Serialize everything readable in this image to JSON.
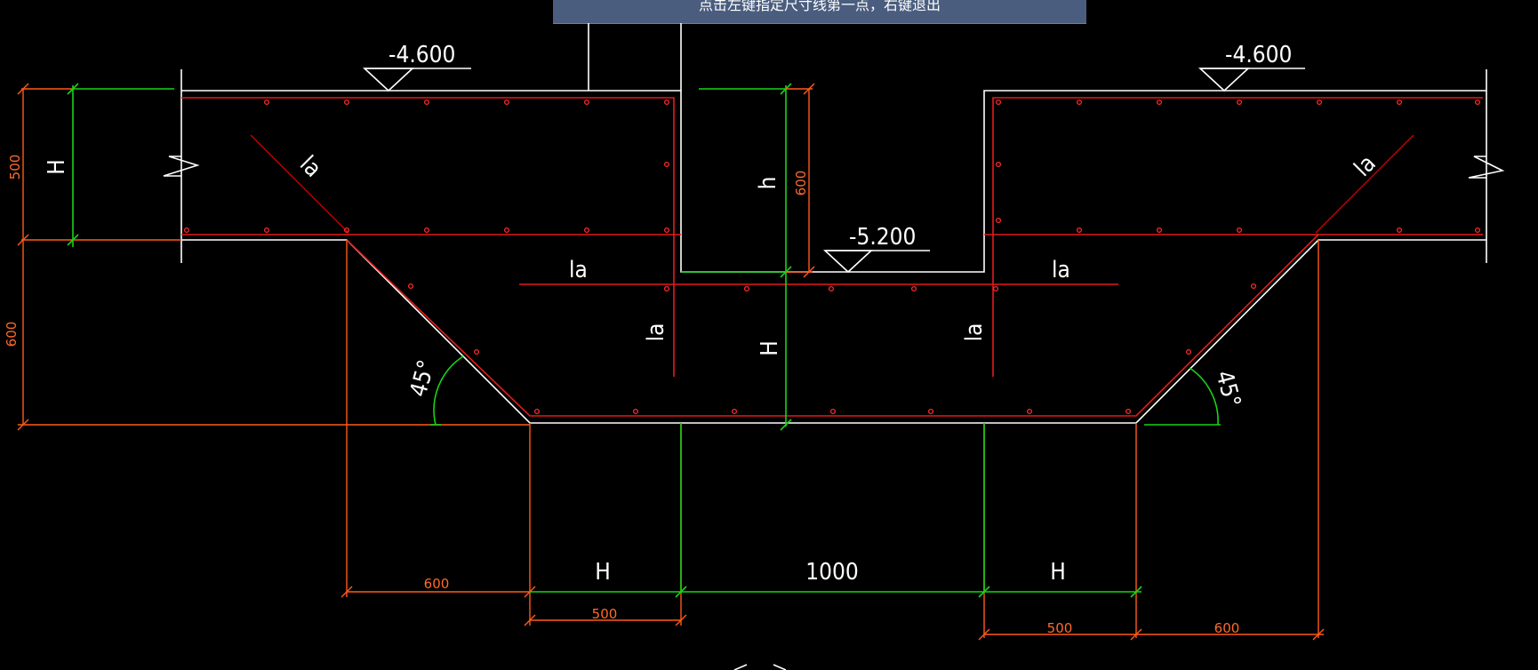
{
  "status_prompt": "点击左键指定尺寸线第一点，右键退出",
  "elevations": {
    "left": "-4.600",
    "right": "-4.600",
    "pit": "-5.200"
  },
  "labels": {
    "la": "la",
    "H": "H",
    "h": "h",
    "angle": "45°"
  },
  "dimensions": {
    "left_thickness": "500",
    "left_drop": "600",
    "pit_depth": "600",
    "bottom_pit_width": "1000",
    "bottom_left_offset": "600",
    "bottom_left_500": "500",
    "bottom_right_500": "500",
    "bottom_right_offset": "600"
  },
  "colors": {
    "background": "#000000",
    "concrete_outline": "#ffffff",
    "rebar": "#e41b1b",
    "dimension": "#ff5a1a",
    "parametric_dimension": "#18d418",
    "prompt_bg": "#4a5d7e"
  }
}
